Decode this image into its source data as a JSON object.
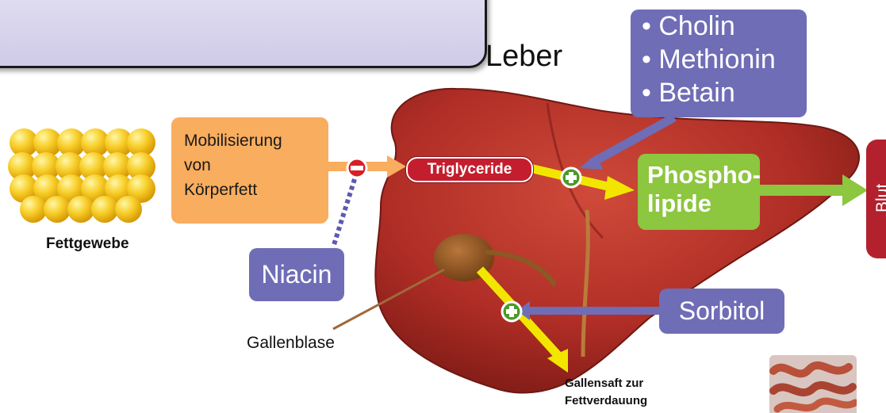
{
  "title_banner": {
    "color": "#d8d5ee"
  },
  "organ_label": "Leber",
  "nutrients": [
    "• Cholin",
    "• Methionin",
    "• Betain"
  ],
  "mobilization": {
    "line1": "Mobilisierung",
    "line2": "von",
    "line3": "Körperfett"
  },
  "niacin": "Niacin",
  "sorbitol": "Sorbitol",
  "triglyceride": "Triglyceride",
  "phospholipide": {
    "line1": "Phospho-",
    "line2": "lipide"
  },
  "blut": "Blut",
  "fettgewebe": "Fettgewebe",
  "gallenblase": "Gallenblase",
  "gallensaft": {
    "line1": "Gallensaft zur",
    "line2": "Fettverdauung"
  },
  "colors": {
    "purple": "#6f6db6",
    "orange": "#f8ad5f",
    "green": "#8dc63f",
    "red": "#c41e2e",
    "yellow": "#f2e600",
    "liver": "#b8332a"
  },
  "icons": [
    "minus-inhibit-icon",
    "plus-promote-icon"
  ]
}
